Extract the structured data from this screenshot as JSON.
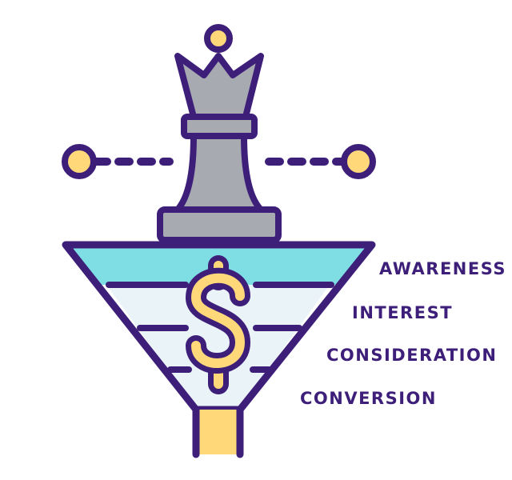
{
  "colors": {
    "outline": "#3d1f7a",
    "awareness_band": "#7fdde4",
    "lower_bands": "#eaf3f8",
    "gold": "#ffd87a",
    "piece_gray": "#a8aab2"
  },
  "icons": {
    "piece": "chess-queen-icon",
    "symbol": "dollar-icon",
    "connector": "dotted-line-with-circles"
  },
  "funnel": {
    "stages": [
      {
        "label": "AWARENESS"
      },
      {
        "label": "INTEREST"
      },
      {
        "label": "CONSIDERATION"
      },
      {
        "label": "CONVERSION"
      }
    ]
  }
}
